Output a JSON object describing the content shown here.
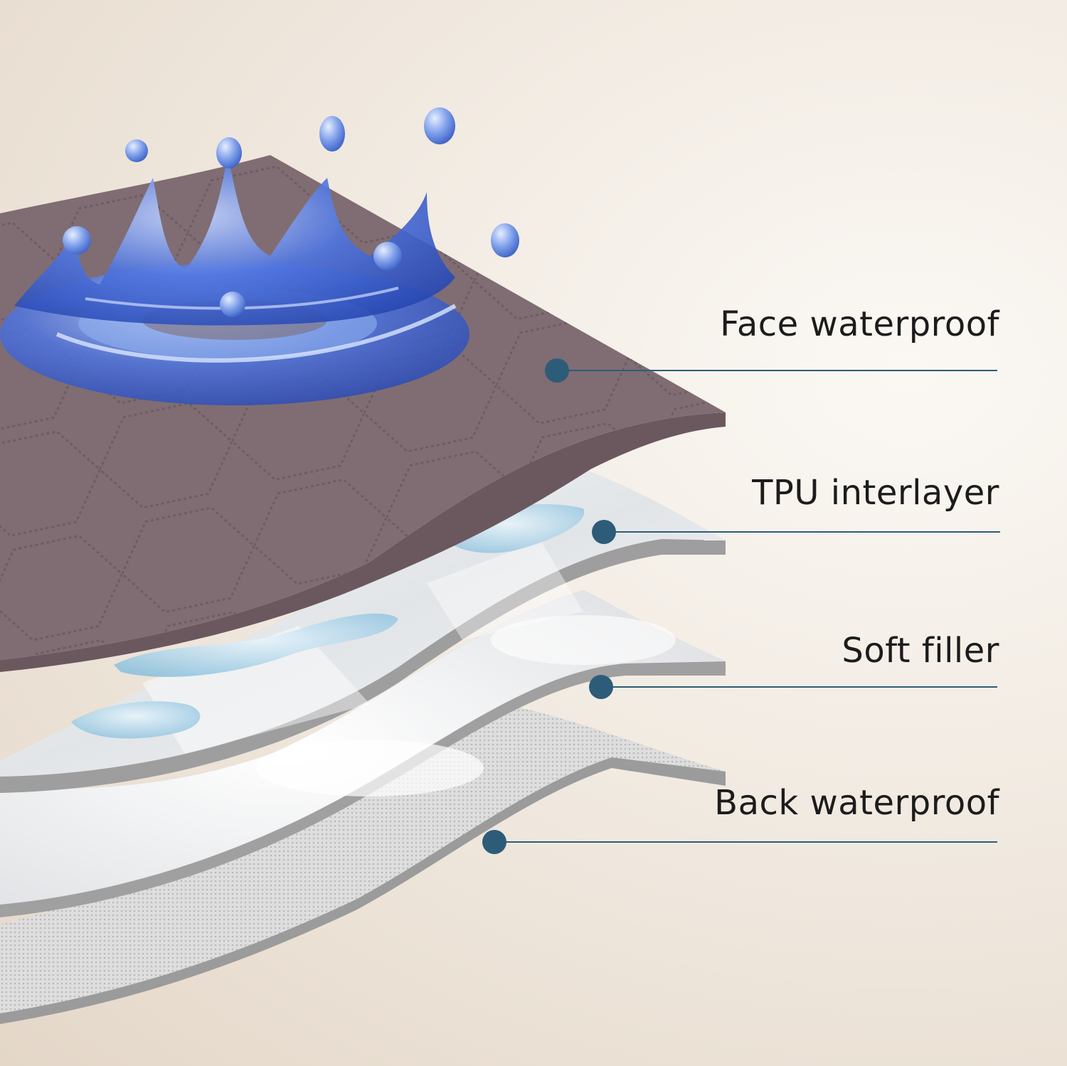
{
  "colors": {
    "background": "#efe7dd",
    "face_layer": "#7e6c72",
    "face_edge": "#6a585e",
    "tpu_layer": "#eceeef",
    "filler_layer": "#f3f4f6",
    "back_layer": "#dcdcdc",
    "layer_edge": "#9a9a9a",
    "callout": "#2d5c78",
    "water": "#3b63d6"
  },
  "icons": {
    "water_splash": "water-crown-splash-icon",
    "water_droplets": "water-droplet-icon",
    "callout_marker": "dot-marker-icon"
  },
  "labels": {
    "face": "Face waterproof",
    "tpu": "TPU interlayer",
    "filler": "Soft filler",
    "back": "Back waterproof"
  }
}
